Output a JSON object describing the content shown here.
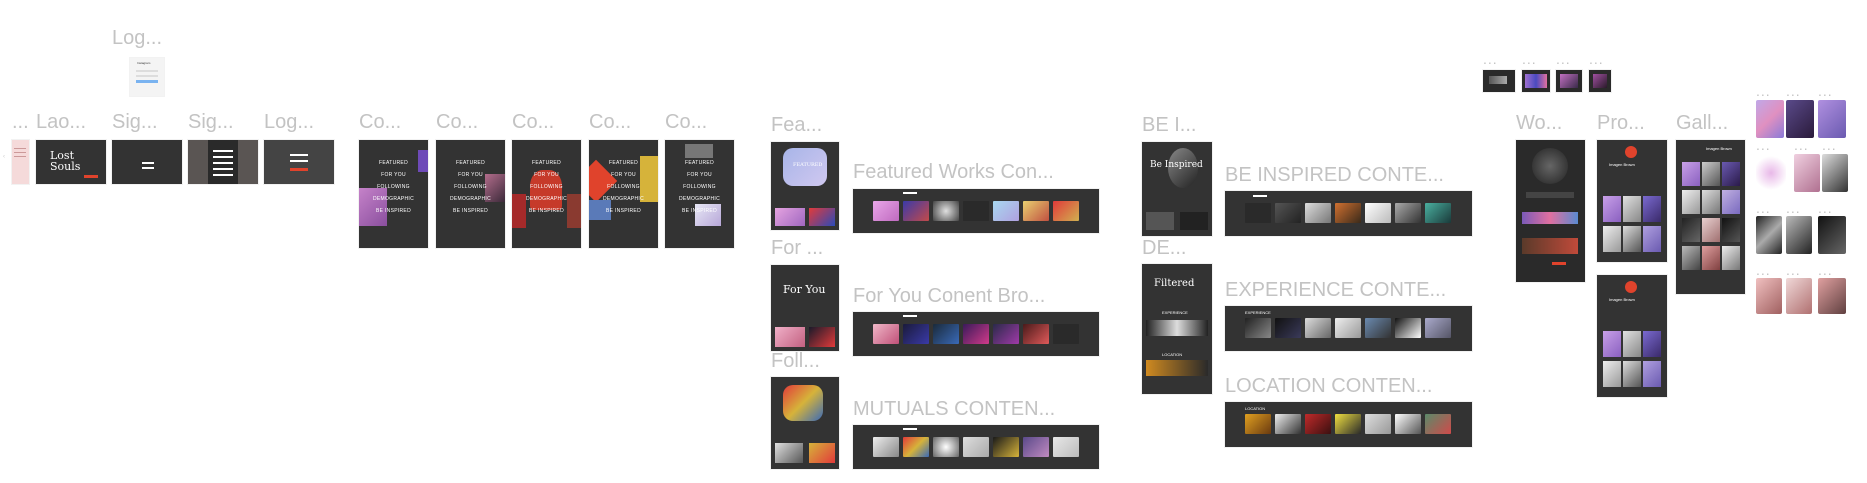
{
  "labels": {
    "login_top": "Log...",
    "dots_first": "...",
    "launch": "Lao...",
    "signup1": "Sig...",
    "signup2": "Sig...",
    "login2": "Log...",
    "content1": "Co...",
    "content2": "Co...",
    "content3": "Co...",
    "content4": "Co...",
    "content5": "Co...",
    "featured_small": "Fea...",
    "featured_browse": "Featured Works Con...",
    "foryou_small": "For ...",
    "foryou_browse": "For You Conent Bro...",
    "following_small": "Foll...",
    "mutuals_browse": "MUTUALS CONTEN...",
    "beinspired_small": "BE I...",
    "beinspired_browse": "BE INSPIRED CONTE...",
    "de_small": "DE...",
    "experience_browse": "EXPERIENCE CONTE...",
    "location_browse": "LOCATION CONTEN...",
    "works": "Wo...",
    "profile": "Pro...",
    "gallery": "Gall...",
    "tiny_dots": "...",
    "sub_dots": "..."
  },
  "frames": {
    "login_heading": "Instagram",
    "launch_title": "Lost Souls",
    "menu_items": [
      "FEATURED",
      "FOR YOU",
      "FOLLOWING",
      "DEMOGRAPHIC",
      "BE INSPIRED"
    ],
    "featured_hero": "FEATURED",
    "foryou_hero": "For You",
    "beinspired_hero": "Be Inspired",
    "filtered_hero": "Filtered",
    "experience_tag": "EXPERIENCE",
    "location_tag": "LOCATION",
    "profile_name": "Imagen Brown",
    "gallery_name": "Imagen Brown"
  },
  "colors": {
    "label": "#c3c3c3",
    "dark_frame": "#333333",
    "accent_red": "#e0432c",
    "pink": "#f5dada"
  }
}
